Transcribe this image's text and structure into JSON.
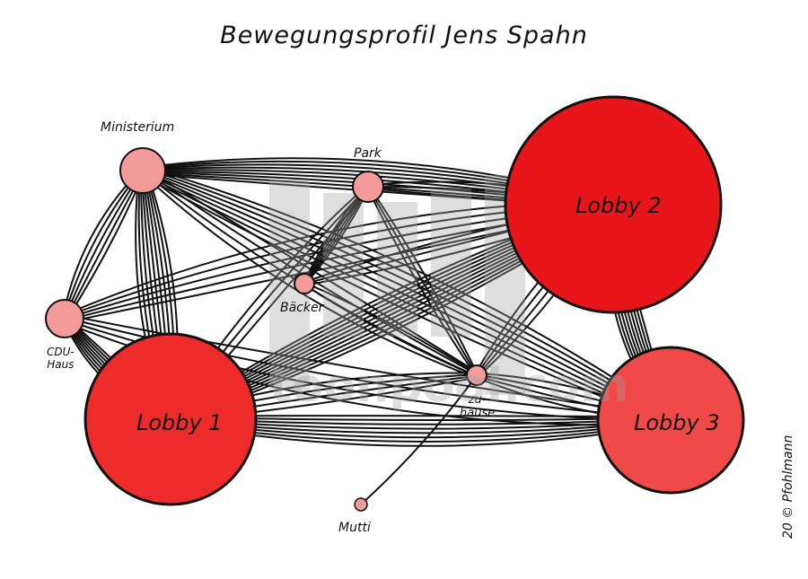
{
  "title": "Bewegungsprofil Jens Spahn",
  "nodes": {
    "ministerium": "Ministerium",
    "park": "Park",
    "baecker": "Bäcker",
    "cdu_haus_1": "CDU-",
    "cdu_haus_2": "Haus",
    "lobby1": "Lobby 1",
    "lobby2": "Lobby 2",
    "lobby3": "Lobby 3",
    "zuhause_1": "zu-",
    "zuhause_2": "hause",
    "mutti": "Mutti"
  },
  "credit": "20 © Pfohlmann",
  "watermark": "toonpool.com",
  "colors": {
    "lobby_red": "#e8151b",
    "lobby1_red": "#ee2b2b",
    "lobby3_red": "#f04a48",
    "small_node_pink": "#f39a9a",
    "line": "#111111",
    "watermark_gray": "#a0a0a0"
  }
}
